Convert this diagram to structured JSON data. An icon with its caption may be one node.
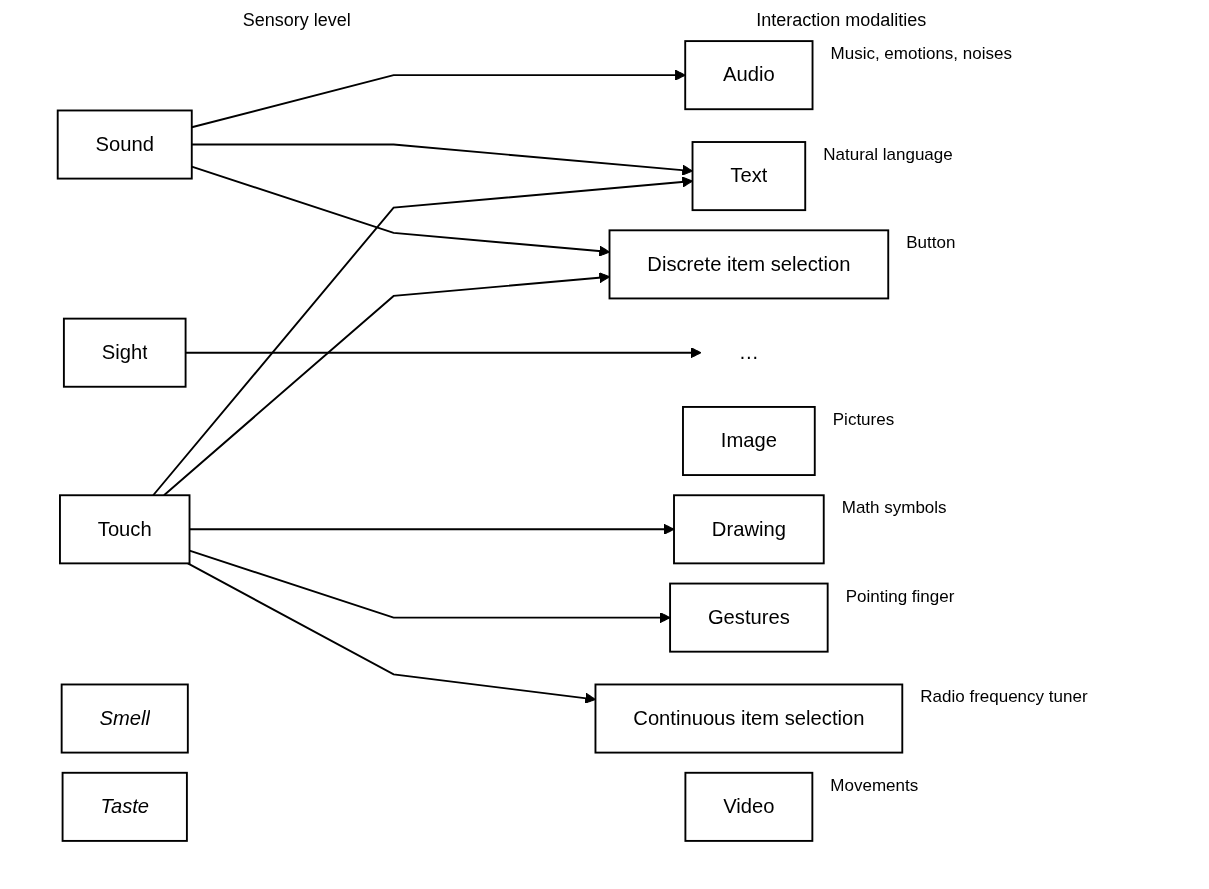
{
  "diagram": {
    "nodes": [
      {
        "text": [
          "Sound"
        ]
      },
      {
        "text": [
          "Sight"
        ]
      },
      {
        "text": [
          "Touch"
        ]
      },
      {
        "text": [
          "Taste"
        ]
      },
      {
        "text": [
          "Smell"
        ]
      },
      {
        "text": [
          "…"
        ]
      },
      {
        "text": [
          "Audio"
        ],
        "beside": [
          "Music, emotions, noises"
        ]
      },
      {
        "text": [
          "Text"
        ],
        "beside": [
          "Natural language"
        ]
      },
      {
        "text": [
          "Image"
        ],
        "beside": [
          "Pictures"
        ]
      },
      {
        "text": [
          "Video"
        ],
        "beside": [
          "Movements"
        ]
      },
      {
        "text": [
          "Drawing"
        ],
        "beside": [
          "Math symbols"
        ]
      },
      {
        "text": [
          "Gestures"
        ],
        "beside": [
          "Pointing finger"
        ]
      },
      {
        "text": [
          "Discrete item selection"
        ],
        "beside": [
          "Button"
        ]
      },
      {
        "text": [
          "Continuous item selection"
        ],
        "beside": [
          "Radio frequency tuner"
        ]
      }
    ],
    "edges": [
      {
        "from": 0,
        "to": 6,
        "arrow": "to"
      },
      {
        "from": 0,
        "to": 7,
        "arrow": "to"
      },
      {
        "from": 0,
        "to": 12,
        "arrow": "to"
      },
      {
        "from": 1,
        "to": 5,
        "arrow": "to"
      },
      {
        "from": 2,
        "to": 7,
        "arrow": "to"
      },
      {
        "from": 2,
        "to": 10,
        "arrow": "to"
      },
      {
        "from": 2,
        "to": 11,
        "arrow": "to"
      },
      {
        "from": 2,
        "to": 12,
        "arrow": "to"
      },
      {
        "from": 2,
        "to": 13,
        "arrow": "to"
      }
    ],
    "labels": [
      "Sensory level",
      "Interaction modalities"
    ]
  }
}
